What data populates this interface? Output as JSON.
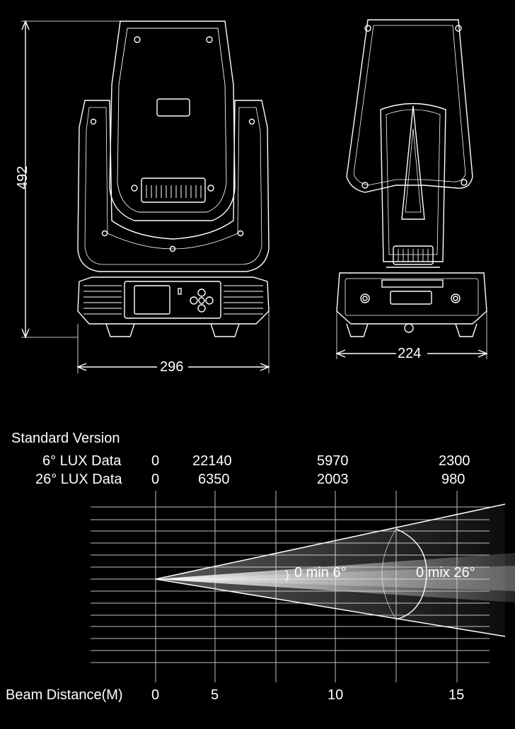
{
  "dimensions": {
    "height": "492",
    "front_width": "296",
    "side_width": "224"
  },
  "table": {
    "title": "Standard Version",
    "rows": [
      {
        "label": "6° LUX Data",
        "values": [
          "0",
          "22140",
          "5970",
          "2300"
        ]
      },
      {
        "label": "26° LUX Data",
        "values": [
          "0",
          "6350",
          "2003",
          "980"
        ]
      }
    ]
  },
  "beam": {
    "narrow_label": "0 min 6°",
    "wide_label": "0 mix 26°",
    "axis_label": "Beam Distance(M)",
    "ticks": [
      "0",
      "5",
      "10",
      "15"
    ]
  },
  "colors": {
    "background": "#000000",
    "line": "#ffffff",
    "grid": "#bfbfbf"
  }
}
